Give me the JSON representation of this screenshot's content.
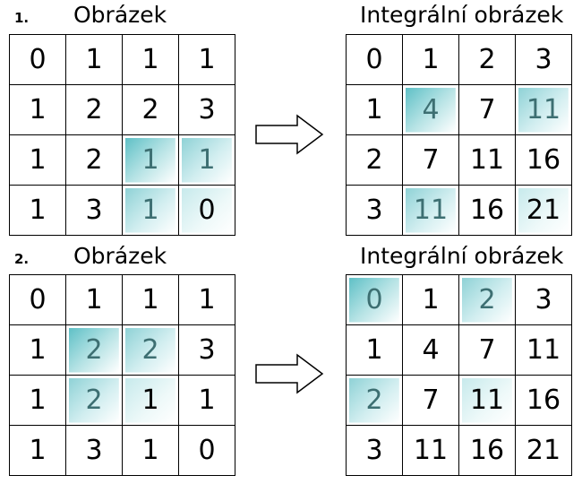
{
  "examples": [
    {
      "number": "1.",
      "left_title": "Obrázek",
      "right_title": "Integrální obrázek",
      "left_grid": [
        [
          "0",
          "1",
          "1",
          "1"
        ],
        [
          "1",
          "2",
          "2",
          "3"
        ],
        [
          "1",
          "2",
          "1",
          "1"
        ],
        [
          "1",
          "3",
          "1",
          "0"
        ]
      ],
      "right_grid": [
        [
          "0",
          "1",
          "2",
          "3"
        ],
        [
          "1",
          "4",
          "7",
          "11"
        ],
        [
          "2",
          "7",
          "11",
          "16"
        ],
        [
          "3",
          "11",
          "16",
          "21"
        ]
      ]
    },
    {
      "number": "2.",
      "left_title": "Obrázek",
      "right_title": "Integrální obrázek",
      "left_grid": [
        [
          "0",
          "1",
          "1",
          "1"
        ],
        [
          "1",
          "2",
          "2",
          "3"
        ],
        [
          "1",
          "2",
          "1",
          "1"
        ],
        [
          "1",
          "3",
          "1",
          "0"
        ]
      ],
      "right_grid": [
        [
          "0",
          "1",
          "2",
          "3"
        ],
        [
          "1",
          "4",
          "7",
          "11"
        ],
        [
          "2",
          "7",
          "11",
          "16"
        ],
        [
          "3",
          "11",
          "16",
          "21"
        ]
      ]
    }
  ],
  "highlight_color": "#5fc0c6",
  "arrow_icon": "right-arrow-icon"
}
